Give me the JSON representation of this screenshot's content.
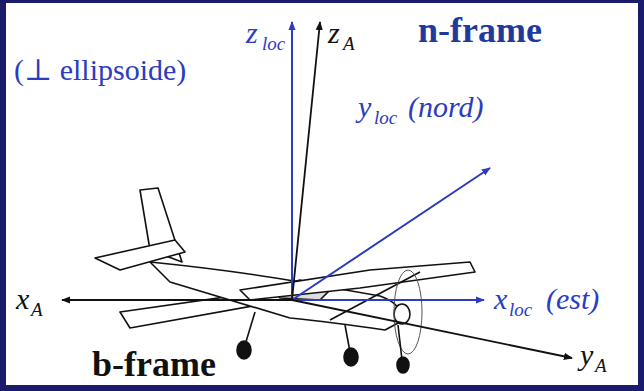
{
  "diagram": {
    "labels": [
      "z",
      "loc",
      "(⊥ ellipsoide)",
      "z",
      "A",
      "n-frame",
      "y",
      "loc",
      "(nord)",
      "x",
      "loc",
      "(est)",
      "x",
      "A",
      "y",
      "A",
      "b-frame"
    ]
  }
}
